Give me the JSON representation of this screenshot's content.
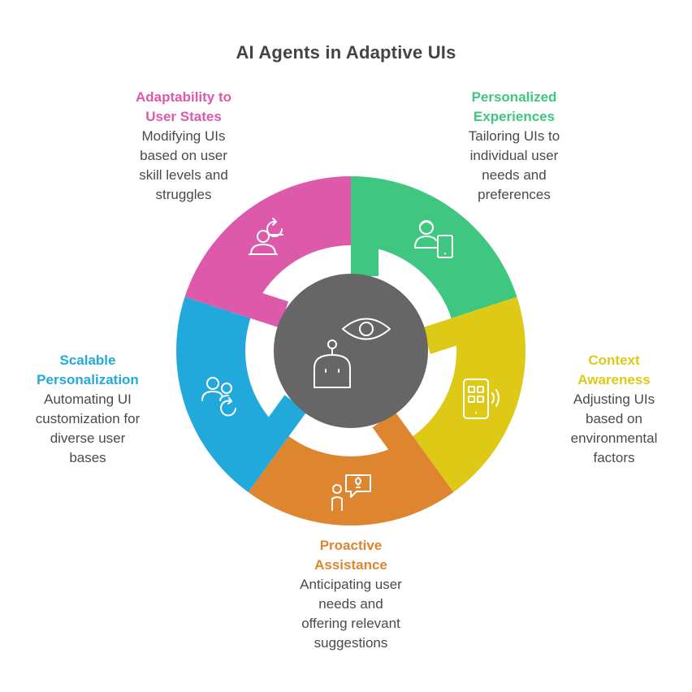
{
  "title": "AI Agents in Adaptive UIs",
  "colors": {
    "center": "#666666",
    "icon_stroke": "#ffffff"
  },
  "center": {
    "icons": [
      "eye-icon",
      "robot-icon"
    ]
  },
  "segments": [
    {
      "id": "personalized",
      "heading": "Personalized\nExperiences",
      "text": "Tailoring UIs to\nindividual user\nneeds and\npreferences",
      "color": "#3fc680",
      "icon": "person-tablet-icon"
    },
    {
      "id": "context",
      "heading": "Context\nAwareness",
      "text": "Adjusting UIs\nbased on\nenvironmental\nfactors",
      "color": "#ddc916",
      "icon": "phone-signal-icon"
    },
    {
      "id": "proactive",
      "heading": "Proactive\nAssistance",
      "text": "Anticipating user\nneeds and\noffering relevant\nsuggestions",
      "color": "#de8530",
      "icon": "person-lightbulb-icon"
    },
    {
      "id": "scalable",
      "heading": "Scalable\nPersonalization",
      "text": "Automating UI\ncustomization for\ndiverse user\nbases",
      "color": "#22a9dc",
      "icon": "users-refresh-icon"
    },
    {
      "id": "adaptability",
      "heading": "Adaptability to\nUser States",
      "text": "Modifying UIs\nbased on user\nskill levels and\nstruggles",
      "color": "#dd5aab",
      "icon": "user-progress-icon"
    }
  ]
}
